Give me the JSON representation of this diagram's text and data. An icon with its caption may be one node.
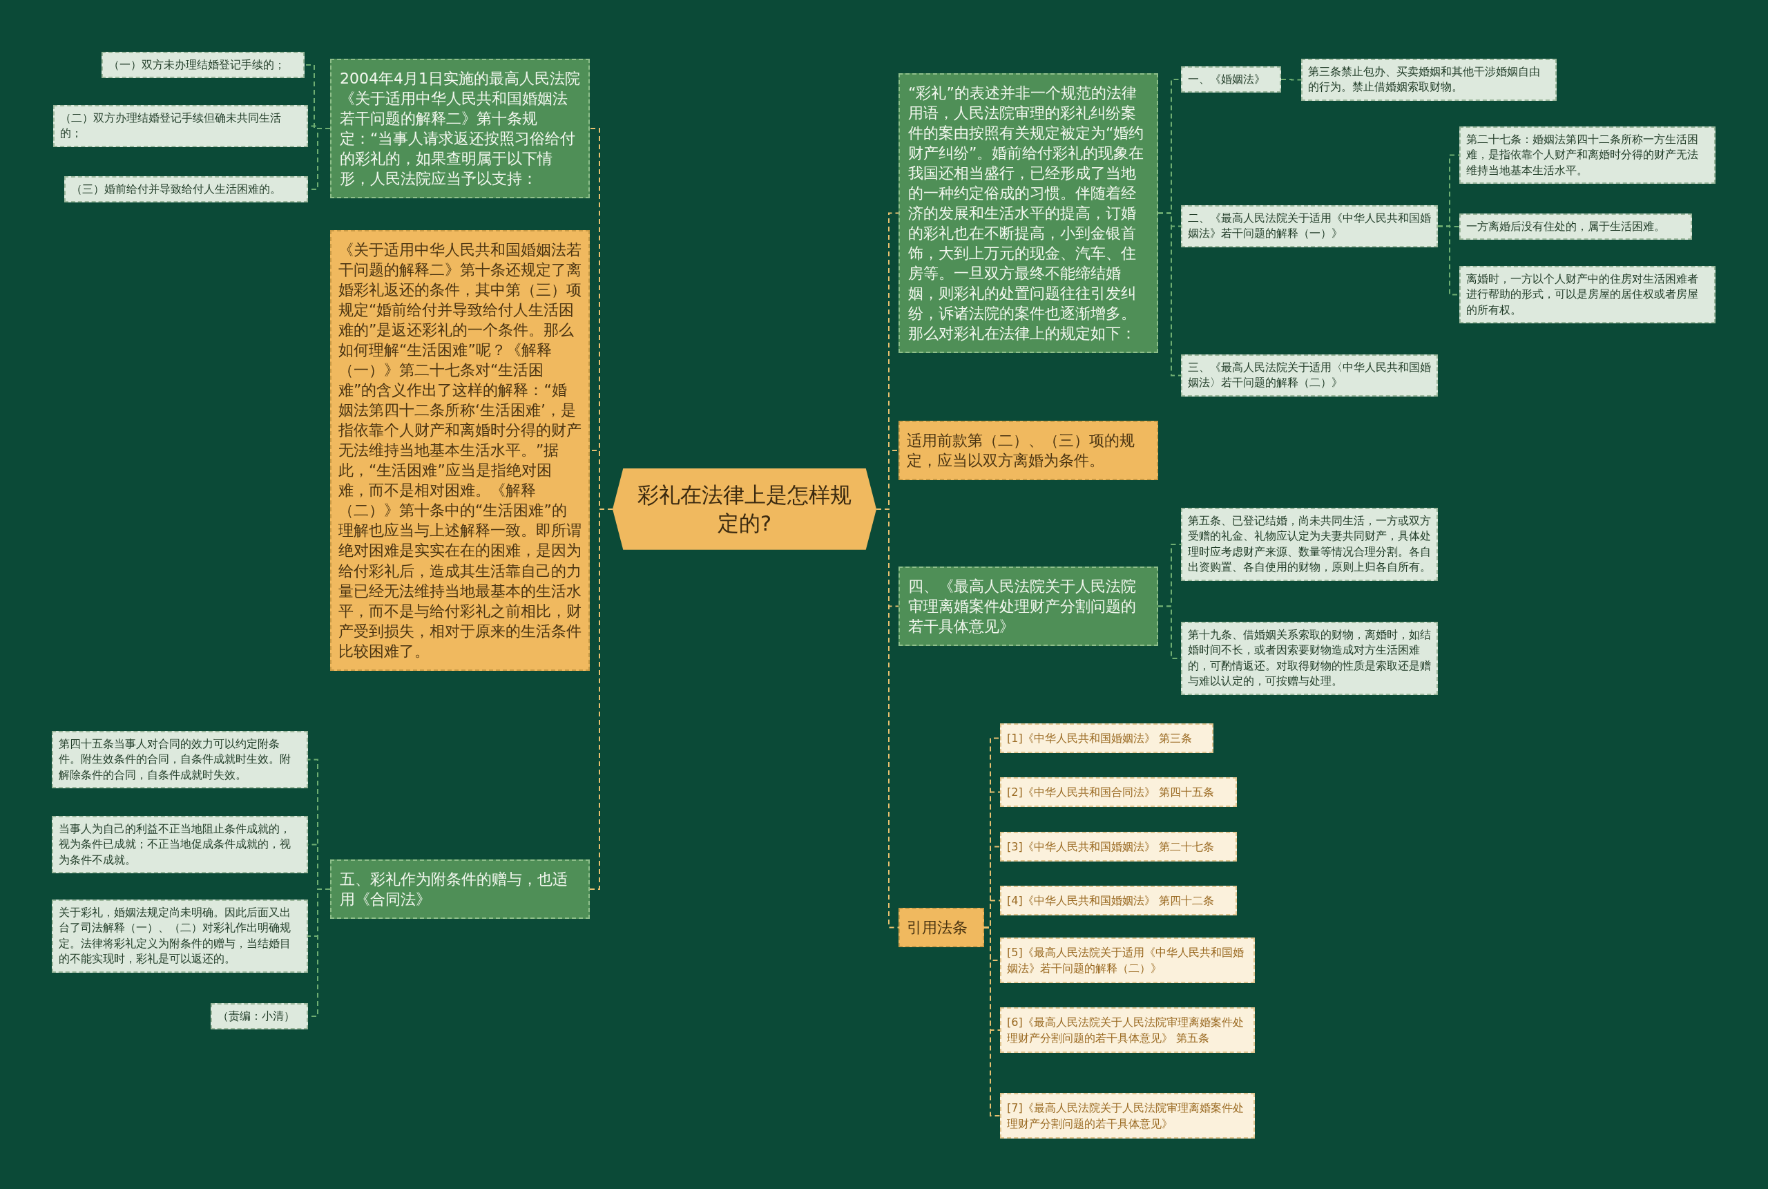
{
  "diagram": {
    "nodes": [
      {
        "text": [
          "彩礼在法律上是怎样规定的?"
        ]
      },
      {
        "text": [
          "2004年4月1日实施的最高人民法院《关于适用中华人民共和国婚姻法若干问题的解释二》第十条规定：“当事人请求返还按照习俗给付的彩礼的，如果查明属于以下情形，人民法院应当予以支持："
        ]
      },
      {
        "text": [
          "（一）双方未办理结婚登记手续的；"
        ]
      },
      {
        "text": [
          "（二）双方办理结婚登记手续但确未共同生活的；"
        ]
      },
      {
        "text": [
          "（三）婚前给付并导致给付人生活困难的。"
        ]
      },
      {
        "text": [
          "《关于适用中华人民共和国婚姻法若干问题的解释二》第十条还规定了离婚彩礼返还的条件，其中第（三）项规定“婚前给付并导致给付人生活困难的”是返还彩礼的一个条件。那么如何理解“生活困难”呢？《解释（一）》第二十七条对“生活困难”的含义作出了这样的解释：“婚姻法第四十二条所称‘生活困难’，是指依靠个人财产和离婚时分得的财产无法维持当地基本生活水平。”据此，“生活困难”应当是指绝对困难，而不是相对困难。《解释（二）》第十条中的“生活困难”的理解也应当与上述解释一致。即所谓绝对困难是实实在在的困难，是因为给付彩礼后，造成其生活靠自己的力量已经无法维持当地最基本的生活水平，而不是与给付彩礼之前相比，财产受到损失，相对于原来的生活条件比较困难了。"
        ]
      },
      {
        "text": [
          "五、彩礼作为附条件的赠与，也适用《合同法》"
        ]
      },
      {
        "text": [
          "第四十五条当事人对合同的效力可以约定附条件。附生效条件的合同，自条件成就时生效。附解除条件的合同，自条件成就时失效。"
        ]
      },
      {
        "text": [
          "当事人为自己的利益不正当地阻止条件成就的，视为条件已成就；不正当地促成条件成就的，视为条件不成就。"
        ]
      },
      {
        "text": [
          "关于彩礼，婚姻法规定尚未明确。因此后面又出台了司法解释（一）、（二）对彩礼作出明确规定。法律将彩礼定义为附条件的赠与，当结婚目的不能实现时，彩礼是可以返还的。"
        ]
      },
      {
        "text": [
          "（责编：小清）"
        ]
      },
      {
        "text": [
          "“彩礼”的表述并非一个规范的法律用语，人民法院审理的彩礼纠纷案件的案由按照有关规定被定为“婚约财产纠纷”。婚前给付彩礼的现象在我国还相当盛行，已经形成了当地的一种约定俗成的习惯。伴随着经济的发展和生活水平的提高，订婚的彩礼也在不断提高，小到金银首饰，大到上万元的现金、汽车、住房等。一旦双方最终不能缔结婚姻，则彩礼的处置问题往往引发纠纷，诉诸法院的案件也逐渐增多。那么对彩礼在法律上的规定如下："
        ]
      },
      {
        "text": [
          "一、《婚姻法》"
        ]
      },
      {
        "text": [
          "第三条禁止包办、买卖婚姻和其他干涉婚姻自由的行为。禁止借婚姻索取财物。"
        ]
      },
      {
        "text": [
          "二、《最高人民法院关于适用《中华人民共和国婚姻法》若干问题的解释（一）》"
        ]
      },
      {
        "text": [
          "第二十七条：婚姻法第四十二条所称一方生活困难，是指依靠个人财产和离婚时分得的财产无法维持当地基本生活水平。"
        ]
      },
      {
        "text": [
          "一方离婚后没有住处的，属于生活困难。"
        ]
      },
      {
        "text": [
          "离婚时，一方以个人财产中的住房对生活困难者进行帮助的形式，可以是房屋的居住权或者房屋的所有权。"
        ]
      },
      {
        "text": [
          "三、《最高人民法院关于适用〈中华人民共和国婚姻法〉若干问题的解释（二）》"
        ]
      },
      {
        "text": [
          "适用前款第（二）、（三）项的规定，应当以双方离婚为条件。"
        ]
      },
      {
        "text": [
          "四、《最高人民法院关于人民法院审理离婚案件处理财产分割问题的若干具体意见》"
        ]
      },
      {
        "text": [
          "第五条、已登记结婚，尚未共同生活，一方或双方受赠的礼金、礼物应认定为夫妻共同财产，具体处理时应考虑财产来源、数量等情况合理分割。各自出资购置、各自使用的财物，原则上归各自所有。"
        ]
      },
      {
        "text": [
          "第十九条、借婚姻关系索取的财物，离婚时，如结婚时间不长，或者因索要财物造成对方生活困难的，可酌情返还。对取得财物的性质是索取还是赠与难以认定的，可按赠与处理。"
        ]
      },
      {
        "text": [
          "引用法条"
        ]
      },
      {
        "text": [
          "[1]《中华人民共和国婚姻法》 第三条"
        ]
      },
      {
        "text": [
          "[2]《中华人民共和国合同法》 第四十五条"
        ]
      },
      {
        "text": [
          "[3]《中华人民共和国婚姻法》 第二十七条"
        ]
      },
      {
        "text": [
          "[4]《中华人民共和国婚姻法》 第四十二条"
        ]
      },
      {
        "text": [
          "[5]《最高人民法院关于适用《中华人民共和国婚姻法》若干问题的解释（二）》"
        ]
      },
      {
        "text": [
          "[6]《最高人民法院关于人民法院审理离婚案件处理财产分割问题的若干具体意见》 第五条"
        ]
      },
      {
        "text": [
          "[7]《最高人民法院关于人民法院审理离婚案件处理财产分割问题的若干具体意见》"
        ]
      }
    ],
    "edges": [
      {
        "from": 0,
        "to": 1,
        "arrow": "none",
        "color": "#e8c070"
      },
      {
        "from": 0,
        "to": 5,
        "arrow": "none",
        "color": "#e8c070"
      },
      {
        "from": 0,
        "to": 6,
        "arrow": "none",
        "color": "#e8c070"
      },
      {
        "from": 1,
        "to": 2,
        "arrow": "none"
      },
      {
        "from": 1,
        "to": 3,
        "arrow": "none"
      },
      {
        "from": 1,
        "to": 4,
        "arrow": "none"
      },
      {
        "from": 6,
        "to": 7,
        "arrow": "none"
      },
      {
        "from": 6,
        "to": 8,
        "arrow": "none"
      },
      {
        "from": 6,
        "to": 9,
        "arrow": "none"
      },
      {
        "from": 6,
        "to": 10,
        "arrow": "none"
      },
      {
        "from": 0,
        "to": 11,
        "arrow": "none",
        "color": "#e8c070"
      },
      {
        "from": 0,
        "to": 19,
        "arrow": "none",
        "color": "#e8c070"
      },
      {
        "from": 0,
        "to": 20,
        "arrow": "none",
        "color": "#e8c070"
      },
      {
        "from": 0,
        "to": 23,
        "arrow": "none",
        "color": "#e8c070"
      },
      {
        "from": 11,
        "to": 12,
        "arrow": "none"
      },
      {
        "from": 11,
        "to": 14,
        "arrow": "none"
      },
      {
        "from": 11,
        "to": 18,
        "arrow": "none"
      },
      {
        "from": 12,
        "to": 13,
        "arrow": "none"
      },
      {
        "from": 14,
        "to": 15,
        "arrow": "none"
      },
      {
        "from": 14,
        "to": 16,
        "arrow": "none"
      },
      {
        "from": 14,
        "to": 17,
        "arrow": "none"
      },
      {
        "from": 20,
        "to": 21,
        "arrow": "none"
      },
      {
        "from": 20,
        "to": 22,
        "arrow": "none"
      },
      {
        "from": 23,
        "to": 24,
        "arrow": "none",
        "color": "#e8c070"
      },
      {
        "from": 23,
        "to": 25,
        "arrow": "none",
        "color": "#e8c070"
      },
      {
        "from": 23,
        "to": 26,
        "arrow": "none",
        "color": "#e8c070"
      },
      {
        "from": 23,
        "to": 27,
        "arrow": "none",
        "color": "#e8c070"
      },
      {
        "from": 23,
        "to": 28,
        "arrow": "none",
        "color": "#e8c070"
      },
      {
        "from": 23,
        "to": 29,
        "arrow": "none",
        "color": "#e8c070"
      },
      {
        "from": 23,
        "to": 30,
        "arrow": "none",
        "color": "#e8c070"
      }
    ]
  }
}
